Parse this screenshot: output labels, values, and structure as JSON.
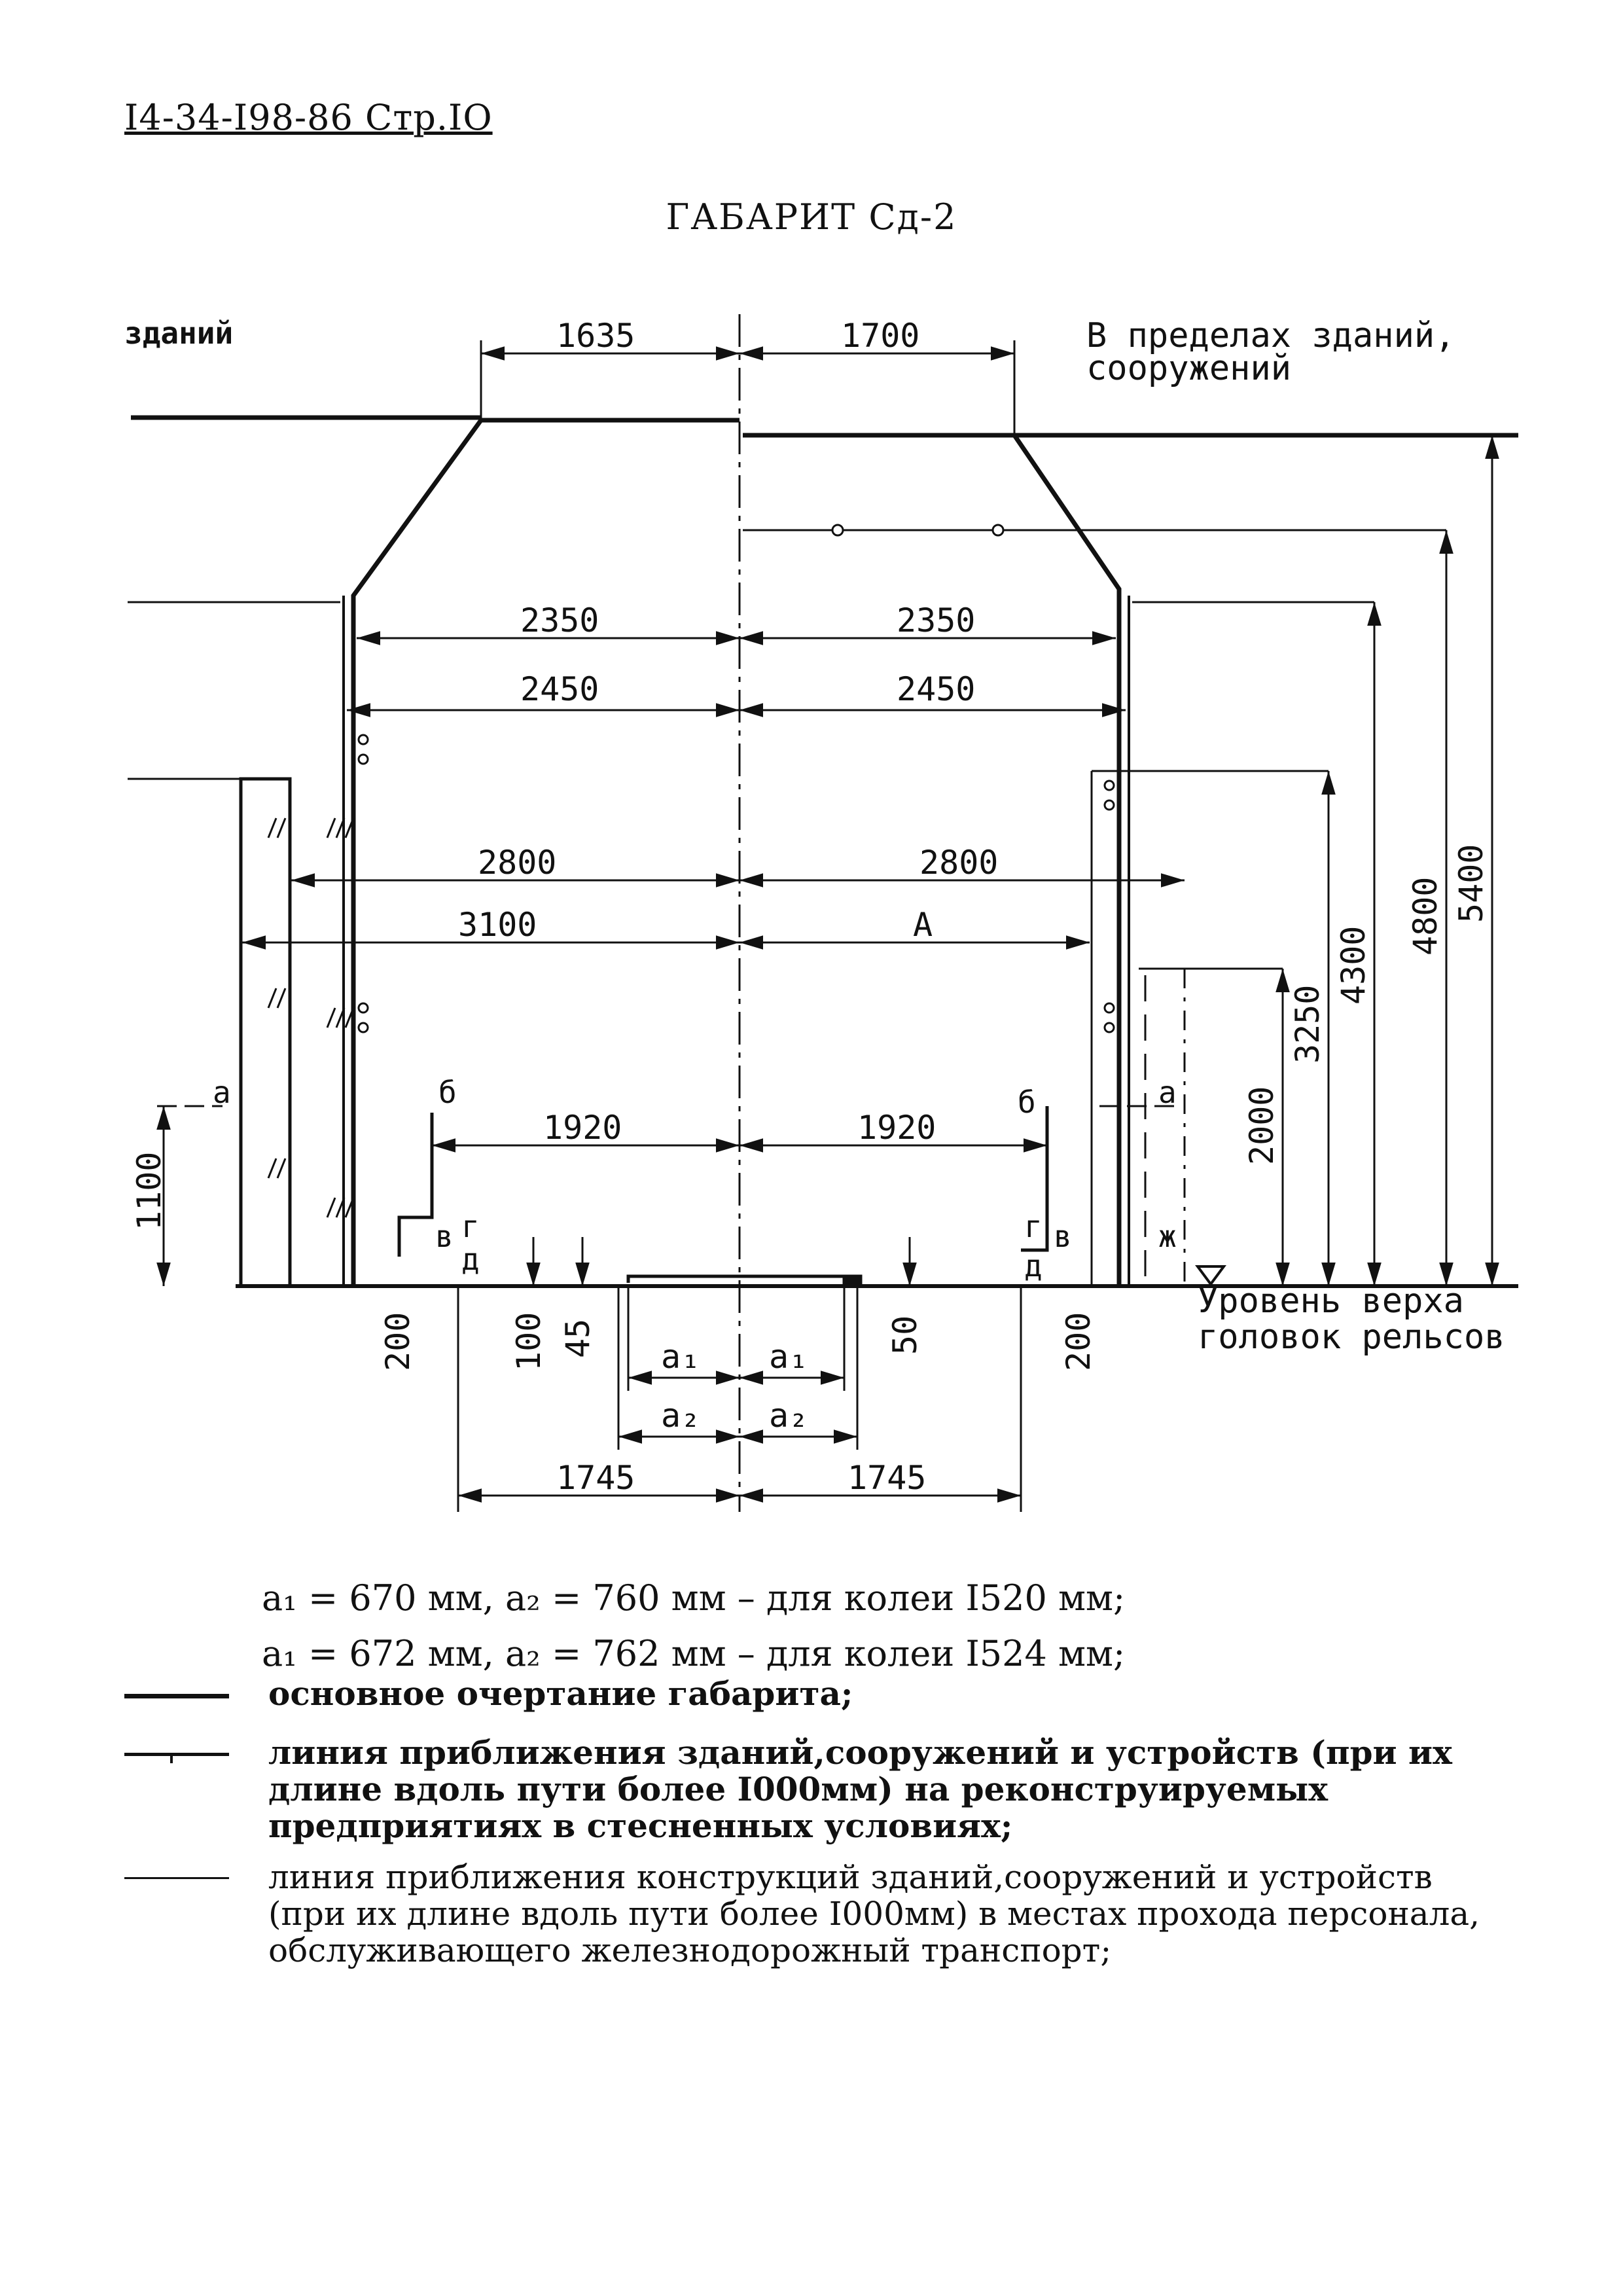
{
  "header": {
    "doc_ref": "I4-34-I98-86 Стр.IO"
  },
  "title": "ГАБАРИТ Сд-2",
  "diagram": {
    "left_note": "зданий",
    "right_note_line1": "В пределах зданий,",
    "right_note_line2": "сооружений",
    "rail_level_line1": "Уровень верха",
    "rail_level_line2": "головок рельсов",
    "dims": {
      "top_left": "1635",
      "top_right": "1700",
      "w2350_left": "2350",
      "w2350_right": "2350",
      "w2450_left": "2450",
      "w2450_right": "2450",
      "w2800_left": "2800",
      "w2800_right": "2800",
      "w3100_left": "3100",
      "w_A_right": "A",
      "w1920_left": "1920",
      "w1920_right": "1920",
      "w1745_left": "1745",
      "w1745_right": "1745",
      "h1100": "1100",
      "h2000": "2000",
      "h3250": "3250",
      "h4300": "4300",
      "h4800": "4800",
      "h5400": "5400",
      "d200_left": "200",
      "d100": "100",
      "d45": "45",
      "d50": "50",
      "d200_right": "200",
      "a1_left": "a₁",
      "a1_right": "a₁",
      "a2_left": "a₂",
      "a2_right": "a₂"
    },
    "points": {
      "a_left": "а",
      "a_right": "а",
      "b_left": "б",
      "b_right": "б",
      "v_left": "в",
      "v_right": "в",
      "g_left": "г",
      "g_right": "г",
      "d_left": "д",
      "d_right": "д",
      "zh_right": "ж"
    }
  },
  "formulas": [
    {
      "text": "a₁   = 670 мм,  a₂  = 760 мм – для колеи I520 мм;"
    },
    {
      "text": "a₁   = 672 мм,  a₂  = 762 мм – для колеи I524 мм;"
    }
  ],
  "legend": [
    {
      "text": "основное очертание габарита;"
    },
    {
      "text": "линия приближения зданий,сооружений и устройств (при их длине вдоль пути более I000мм) на реконструируемых предприятиях в стесненных условиях;"
    },
    {
      "text": "линия приближения конструкций зданий,сооружений и устройств (при их длине вдоль пути более I000мм) в местах прохода персонала, обслуживающего железнодорожный транспорт;"
    }
  ]
}
